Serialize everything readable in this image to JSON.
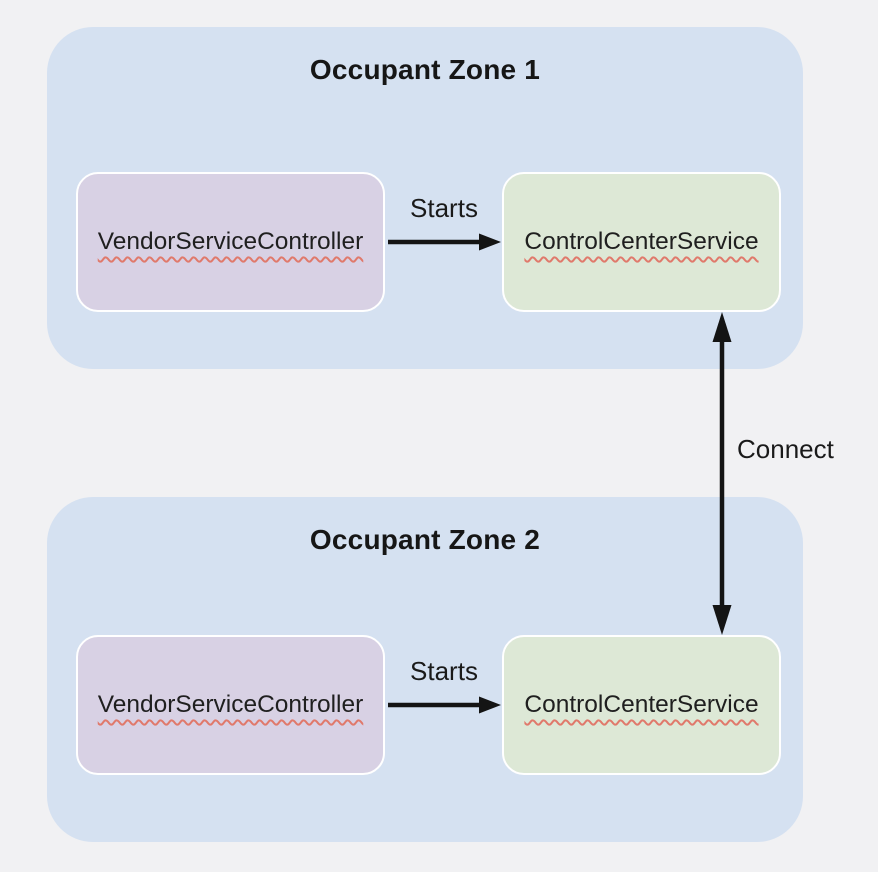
{
  "colors": {
    "page_bg": "#f1f1f3",
    "zone_bg": "#d5e1f1",
    "controller_bg": "#d8d1e4",
    "service_bg": "#dde8d6",
    "box_border": "#ffffff",
    "text": "#1f1f1f",
    "arrow": "#141414",
    "squiggle": "#e0796b"
  },
  "zones": [
    {
      "title": "Occupant Zone 1",
      "controller_label": "VendorServiceController",
      "service_label": "ControlCenterService",
      "starts_label": "Starts"
    },
    {
      "title": "Occupant Zone 2",
      "controller_label": "VendorServiceController",
      "service_label": "ControlCenterService",
      "starts_label": "Starts"
    }
  ],
  "connect_label": "Connect"
}
